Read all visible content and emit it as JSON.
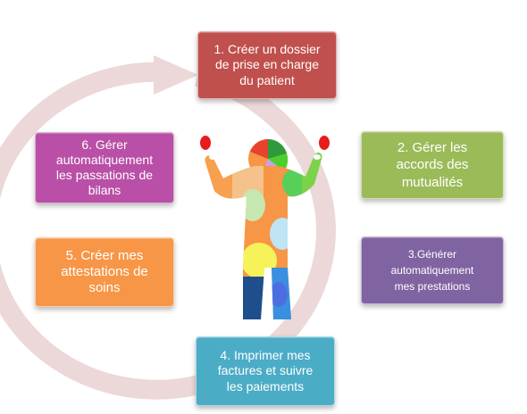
{
  "steps": [
    {
      "id": 1,
      "label": "1. Créer un dossier\nde prise en charge\ndu patient",
      "color": "#c0504d"
    },
    {
      "id": 2,
      "label": "2. Gérer les\naccords des\nmutualités",
      "color": "#9bbb59"
    },
    {
      "id": 3,
      "label": "3.Générer\nautomatiquement\nmes prestations",
      "color": "#8064a2"
    },
    {
      "id": 4,
      "label": "4. Imprimer mes\nfactures et suivre\nles paiements",
      "color": "#4bacc6"
    },
    {
      "id": 5,
      "label": "5. Créer mes\nattestations de\nsoins",
      "color": "#f79646"
    },
    {
      "id": 6,
      "label": "6. Gérer\nautomatiquement\nles passations de\nbilans",
      "color": "#b94fa6"
    }
  ],
  "cycle_arrow_color": "#ecd8d8",
  "figure_icon": "patchwork-person-icon"
}
